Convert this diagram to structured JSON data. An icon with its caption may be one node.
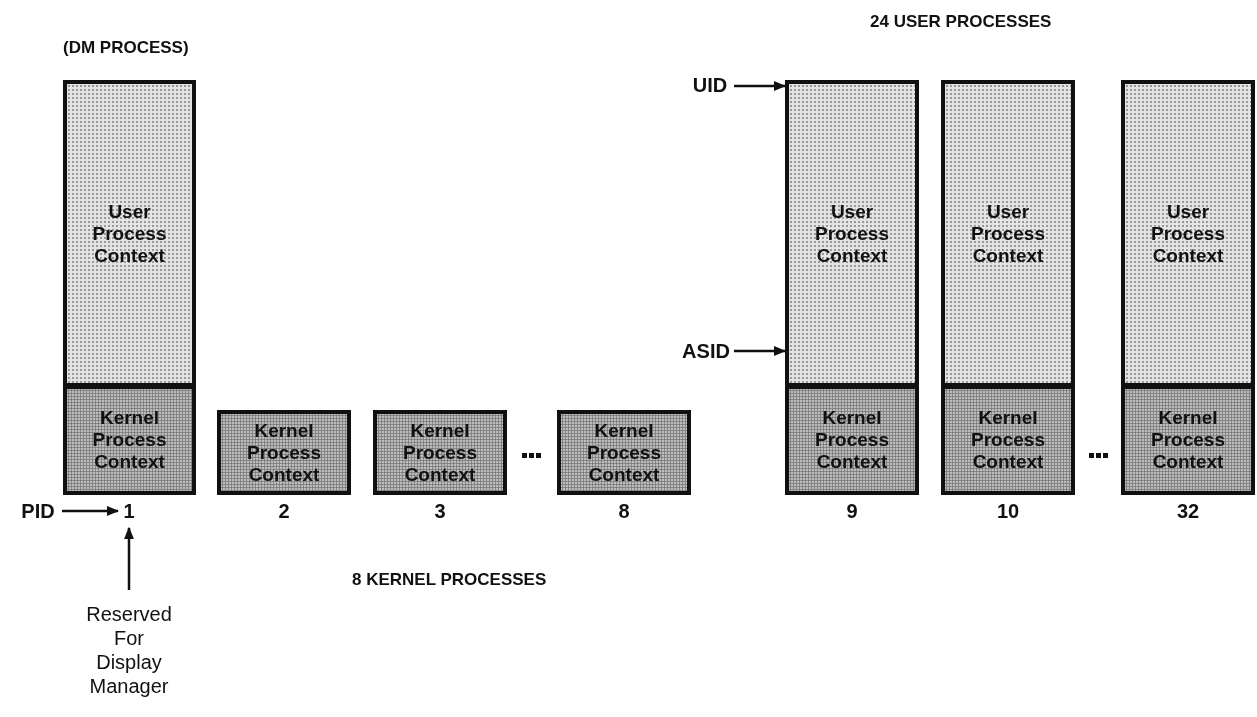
{
  "diagram": {
    "nodes": [
      {
        "text": [
          "User Process Context"
        ],
        "beside": [
          "(DM PROCESS)"
        ]
      },
      {
        "text": [
          "Kernel Process Context"
        ]
      },
      {
        "text": [
          "Kernel Process Context"
        ],
        "beside": [
          "2"
        ]
      },
      {
        "text": [
          "Kernel Process Context"
        ],
        "beside": [
          "3"
        ]
      },
      {
        "text": [
          "Kernel Process Context"
        ],
        "beside": [
          "8"
        ]
      },
      {
        "text": [
          "User Process Context"
        ]
      },
      {
        "text": [
          "Kernel Process Context"
        ],
        "beside": [
          "9"
        ]
      },
      {
        "text": [
          "User Process Context"
        ]
      },
      {
        "text": [
          "Kernel Process Context"
        ],
        "beside": [
          "10"
        ]
      },
      {
        "text": [
          "User Process Context"
        ]
      },
      {
        "text": [
          "Kernel Process Context"
        ],
        "beside": [
          "32"
        ]
      },
      {
        "text": [
          "PID"
        ]
      },
      {
        "text": [
          "1"
        ]
      },
      {
        "text": [
          "Reserved For Display Manager"
        ]
      },
      {
        "text": [
          "UID"
        ]
      },
      {
        "text": [
          "ASID"
        ]
      }
    ],
    "edges": [
      {
        "from": 11,
        "to": 12,
        "arrow": "to"
      },
      {
        "from": 13,
        "to": 12,
        "arrow": "to"
      },
      {
        "from": 14,
        "to": 5,
        "arrow": "to"
      },
      {
        "from": 15,
        "to": 5,
        "arrow": "to"
      }
    ],
    "labels": [
      "24 USER PROCESSES",
      "8 KERNEL PROCESSES"
    ]
  }
}
